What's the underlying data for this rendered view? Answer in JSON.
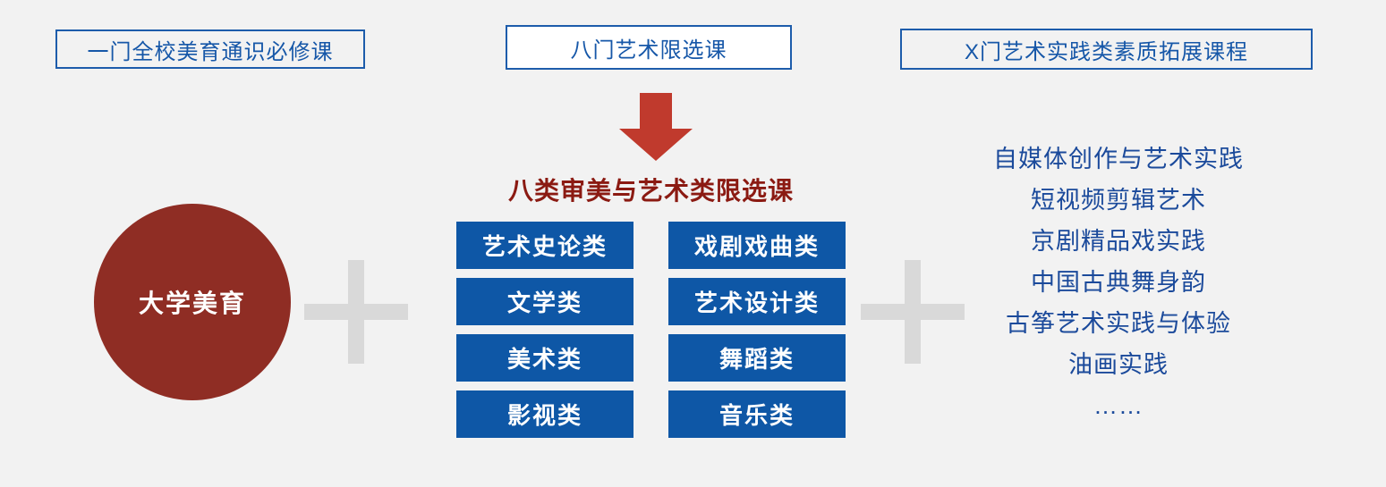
{
  "colors": {
    "background": "#f2f2f2",
    "box_border_blue": "#1d5cab",
    "box_text_blue": "#1657a8",
    "button_blue": "#0e57a6",
    "course_text_blue": "#1b4a9b",
    "circle_red": "#8f2d24",
    "arrow_red": "#c03a2d",
    "title_maroon": "#8b1a12",
    "plus_gray": "#d9d9d9"
  },
  "header_boxes": {
    "required": "一门全校美育通识必修课",
    "elective": "八门艺术限选课",
    "practice": "X门艺术实践类素质拓展课程"
  },
  "core": {
    "circle_label": "大学美育"
  },
  "elective_section": {
    "title": "八类审美与艺术类限选课",
    "categories": [
      "艺术史论类",
      "戏剧戏曲类",
      "文学类",
      "艺术设计类",
      "美术类",
      "舞蹈类",
      "影视类",
      "音乐类"
    ]
  },
  "practice_section": {
    "courses": [
      "自媒体创作与艺术实践",
      "短视频剪辑艺术",
      "京剧精品戏实践",
      "中国古典舞身韵",
      "古筝艺术实践与体验",
      "油画实践",
      "……"
    ]
  }
}
